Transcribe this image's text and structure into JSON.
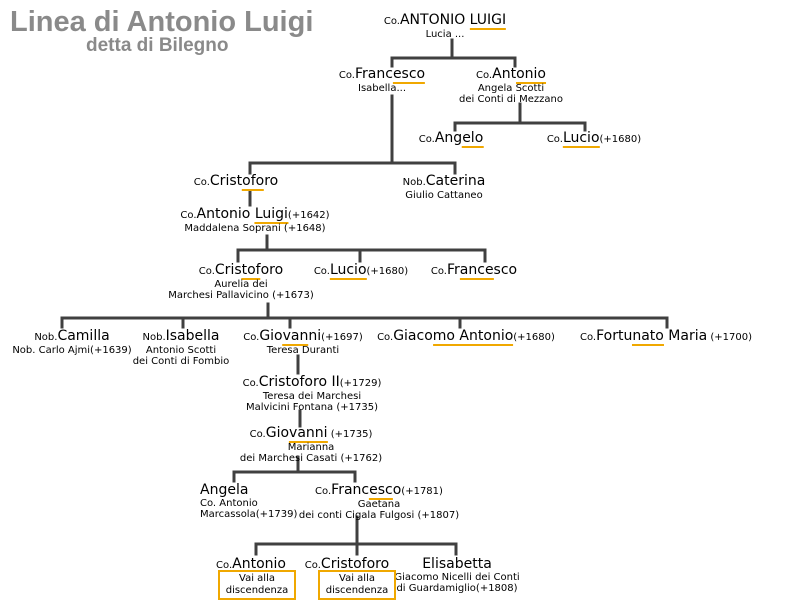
{
  "title": "Linea di Antonio Luigi",
  "subtitle": "detta di Bilegno",
  "colors": {
    "lines": "#404040",
    "underline": "#f0a800",
    "heading": "#8a8a8a"
  },
  "nodes": [
    {
      "id": "antonio-luigi-root",
      "title": "Co.",
      "name_pre": "ANTONIO ",
      "name_ul": "LUIGI",
      "name_post": "",
      "date": "",
      "spouse": [
        "Lucia ..."
      ]
    },
    {
      "id": "francesco-1",
      "title": "Co.",
      "name_pre": "Franc",
      "name_ul": "esco",
      "name_post": "",
      "date": "",
      "spouse": [
        "Isabella..."
      ]
    },
    {
      "id": "antonio-1",
      "title": "Co.",
      "name_pre": "Ant",
      "name_ul": "onio",
      "name_post": "",
      "date": "",
      "spouse": [
        "Angela Scotti",
        "dei Conti di Mezzano"
      ]
    },
    {
      "id": "angelo",
      "title": "Co.",
      "name_pre": "Ang",
      "name_ul": "elo",
      "name_post": "",
      "date": "",
      "spouse": []
    },
    {
      "id": "lucio-1",
      "title": "Co.",
      "name_pre": "",
      "name_ul": "Lucio",
      "name_post": "",
      "date": "(+1680)",
      "spouse": []
    },
    {
      "id": "cristoforo-1",
      "title": "Co.",
      "name_pre": "Crist",
      "name_ul": "ofo",
      "name_post": "ro",
      "date": "",
      "spouse": []
    },
    {
      "id": "caterina",
      "title": "Nob.",
      "name_pre": "Caterina",
      "name_ul": "",
      "name_post": "",
      "date": "",
      "spouse": [
        "Giulio Cattaneo"
      ]
    },
    {
      "id": "antonio-luigi-2",
      "title": "Co.",
      "name_pre": "Antonio ",
      "name_ul": "Luigi",
      "name_post": "",
      "date": "(+1642)",
      "spouse": [
        "Maddalena Soprani (+1648)"
      ]
    },
    {
      "id": "cristoforo-2",
      "title": "Co.",
      "name_pre": "Cris",
      "name_ul": "tof",
      "name_post": "oro",
      "date": "",
      "spouse": [
        "Aurelia dei",
        "Marchesi Pallavicino (+1673)"
      ]
    },
    {
      "id": "lucio-2",
      "title": "Co.",
      "name_pre": "",
      "name_ul": "Lucio",
      "name_post": "",
      "date": "(+1680)",
      "spouse": []
    },
    {
      "id": "francesco-2",
      "title": "Co.",
      "name_pre": "Fr",
      "name_ul": "ance",
      "name_post": "sco",
      "date": "",
      "spouse": []
    },
    {
      "id": "camilla",
      "title": "Nob.",
      "name_pre": "Camilla",
      "name_ul": "",
      "name_post": "",
      "date": "",
      "spouse": [
        "Nob. Carlo Ajmi(+1639)"
      ]
    },
    {
      "id": "isabella",
      "title": "Nob.",
      "name_pre": "Isabella",
      "name_ul": "",
      "name_post": "",
      "date": "",
      "spouse": [
        "Antonio Scotti",
        "dei Conti di Fombio"
      ]
    },
    {
      "id": "giovanni-1",
      "title": "Co.",
      "name_pre": "Gio",
      "name_ul": "van",
      "name_post": "ni",
      "date": "(+1697)",
      "spouse": [
        "Teresa Duranti"
      ]
    },
    {
      "id": "giacomo-antonio",
      "title": "Co.",
      "name_pre": "Giaco",
      "name_ul": "mo Antonio",
      "name_post": "",
      "date": "(+1680)",
      "spouse": []
    },
    {
      "id": "fortunato-maria",
      "title": "Co.",
      "name_pre": "Fortu",
      "name_ul": "nato",
      "name_post": " Maria",
      "date": " (+1700)",
      "spouse": []
    },
    {
      "id": "cristoforo-3",
      "title": "Co.",
      "name_pre": "Cristoforo ",
      "name_ul": "",
      "name_post": "II",
      "date": "(+1729)",
      "spouse": [
        "Teresa dei Marchesi",
        "Malvicini Fontana (+1735)"
      ]
    },
    {
      "id": "giovanni-2",
      "title": "Co.",
      "name_pre": "Gio",
      "name_ul": "vanni",
      "name_post": "",
      "date": " (+1735)",
      "spouse": [
        "Marianna",
        "dei Marchesi Casati (+1762)"
      ]
    },
    {
      "id": "angela",
      "title": "",
      "name_pre": "Angela",
      "name_ul": "",
      "name_post": "",
      "date": "",
      "spouse": [
        "Co. Antonio",
        "Marcassola(+1739)"
      ]
    },
    {
      "id": "francesco-3",
      "title": "Co.",
      "name_pre": "Franc",
      "name_ul": "esc",
      "name_post": "o",
      "date": "(+1781)",
      "spouse": [
        "Gaetana",
        "dei conti Cigala Fulgosi (+1807)"
      ]
    },
    {
      "id": "antonio-2",
      "title": "Co.",
      "name_pre": "Antonio",
      "name_ul": "",
      "name_post": "",
      "date": "",
      "spouse": []
    },
    {
      "id": "cristoforo-4",
      "title": "Co.",
      "name_pre": "Cristoforo",
      "name_ul": "",
      "name_post": "",
      "date": "",
      "spouse": []
    },
    {
      "id": "elisabetta",
      "title": "",
      "name_pre": "Elisabetta",
      "name_ul": "",
      "name_post": "",
      "date": "",
      "spouse": [
        "Giacomo Nicelli dei Conti",
        "di Guardamiglio(+1808)"
      ]
    }
  ],
  "links": [
    {
      "id": "antonio-2",
      "lines": [
        "Vai alla",
        "discendenza"
      ]
    },
    {
      "id": "cristoforo-4",
      "lines": [
        "Vai alla",
        "discendenza"
      ]
    }
  ]
}
